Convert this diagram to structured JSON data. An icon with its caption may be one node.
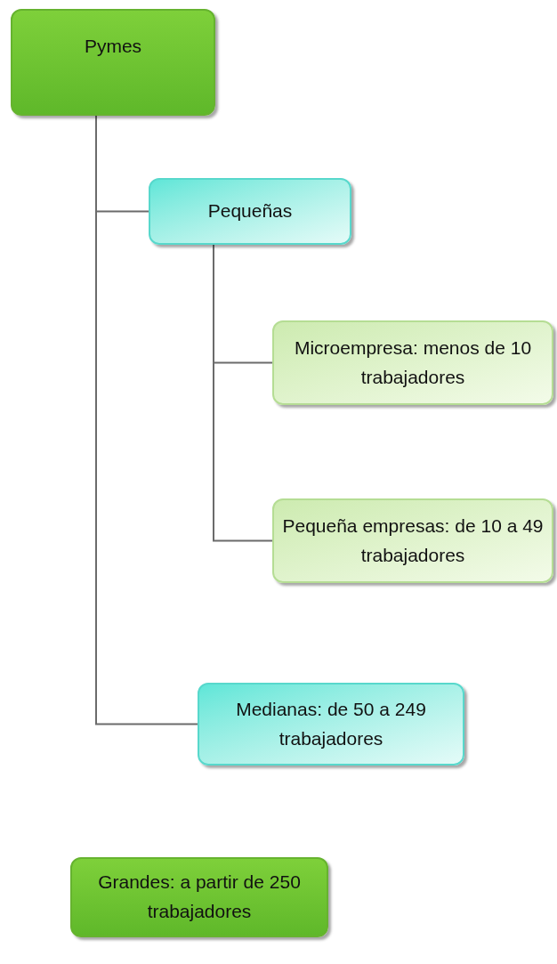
{
  "diagram": {
    "nodes": [
      {
        "text": [
          "Pymes"
        ]
      },
      {
        "text": [
          "Pequeñas"
        ]
      },
      {
        "text": [
          "Microempresa: menos de 10 trabajadores"
        ]
      },
      {
        "text": [
          "Pequeña empresas: de 10 a 49 trabajadores"
        ]
      },
      {
        "text": [
          "Medianas: de 50 a 249 trabajadores"
        ]
      },
      {
        "text": [
          "Grandes: a partir de 250 trabajadores"
        ]
      }
    ],
    "edges": [
      {
        "from": 0,
        "to": 1,
        "arrow": "none"
      },
      {
        "from": 1,
        "to": 2,
        "arrow": "none"
      },
      {
        "from": 1,
        "to": 3,
        "arrow": "none"
      },
      {
        "from": 0,
        "to": 4,
        "arrow": "none"
      }
    ]
  }
}
